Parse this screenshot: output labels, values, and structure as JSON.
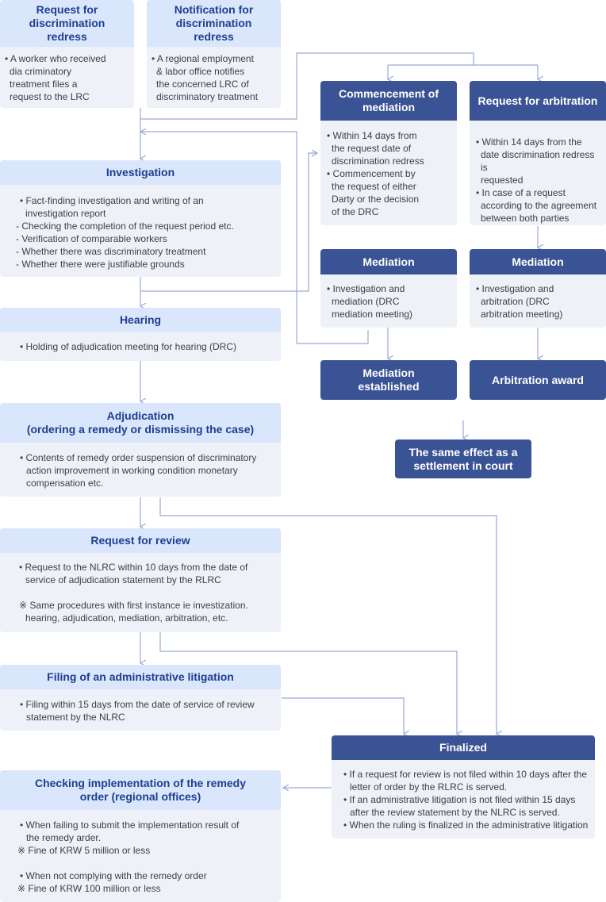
{
  "req_discrimination": {
    "title": "Request for discrimination redress",
    "lines": [
      "• A worker who received",
      "dia criminatory",
      "treatment files a",
      "request to the LRC"
    ]
  },
  "notif_discrimination": {
    "title": "Notification for discrimination redress",
    "lines": [
      "• A regional employment",
      "& labor office notifies",
      "the concerned LRC of",
      "discriminatory treatment"
    ]
  },
  "commencement": {
    "title": "Commencement of mediation",
    "lines": [
      "• Within 14 days from",
      "the request date of",
      "discrimination redress",
      "• Commencement by",
      "the request of either",
      "Darty or the decision",
      "of the DRC"
    ]
  },
  "req_arbitration": {
    "title": "Request for arbitration",
    "lines": [
      "• Within 14 days from the",
      "date discrimination redress is",
      "requested",
      "• In case of a request",
      "according to the agreement",
      "between both parties"
    ]
  },
  "investigation": {
    "title": "Investigation",
    "lines": [
      "• Fact-finding investigation and writing of an",
      "investigation report",
      "- Checking the completion of the request period etc.",
      "- Verification of comparable workers",
      "- Whether there was discriminatory treatment",
      "- Whether there were justifiable grounds"
    ]
  },
  "mediation": {
    "title": "Mediation",
    "lines": [
      "• Investigation and",
      "mediation (DRC",
      "mediation meeting)"
    ]
  },
  "arbitration": {
    "title": "Mediation",
    "lines": [
      "• Investigation and",
      "arbitration (DRC",
      "arbitration meeting)"
    ]
  },
  "hearing": {
    "title": "Hearing",
    "lines": [
      "• Holding of adjudication meeting for hearing (DRC)"
    ]
  },
  "mediation_established": "Mediation established",
  "arbitration_award": "Arbitration award",
  "same_effect": "The same effect as a settlement in court",
  "adjudication": {
    "title_1": "Adjudication",
    "title_2": "(ordering a remedy or dismissing the case)",
    "lines": [
      "• Contents of remedy order suspension of discriminatory",
      "action improvement in working condition monetary",
      "compensation etc."
    ]
  },
  "review": {
    "title": "Request for review",
    "lines": [
      "• Request to the NLRC within 10 days from the date of",
      "service of adjudication statement by the RLRC"
    ],
    "note_lines": [
      "※ Same procedures with first instance ie investization.",
      "hearing, adjudication, mediation, arbitration, etc."
    ]
  },
  "litigation": {
    "title": "Filing of an administrative litigation",
    "lines": [
      "• Filing within 15 days from the date of service of review",
      "statement by the NLRC"
    ]
  },
  "finalized": {
    "title": "Finalized",
    "lines": [
      "• If a request for review is not filed within 10 days after the",
      "letter of order by the RLRC is served.",
      "• If an administrative litigation is not filed within 15 days",
      "after the review statement by the NLRC is served.",
      "• When the ruling is finalized in the administrative litigation"
    ]
  },
  "checking": {
    "title": "Checking implementation of the remedy order (regional offices)",
    "lines_a": [
      "• When failing to submit the implementation result of",
      "the remedy arder.",
      "※ Fine of KRW 5 million or less"
    ],
    "lines_b": [
      "• When not complying with the remedy order",
      "※ Fine of KRW 100 million or less"
    ]
  },
  "colors": {
    "light_header": "#d9e6fb",
    "dark_header": "#3a5394",
    "body": "#eef2f8",
    "connector": "#9aaad6"
  }
}
